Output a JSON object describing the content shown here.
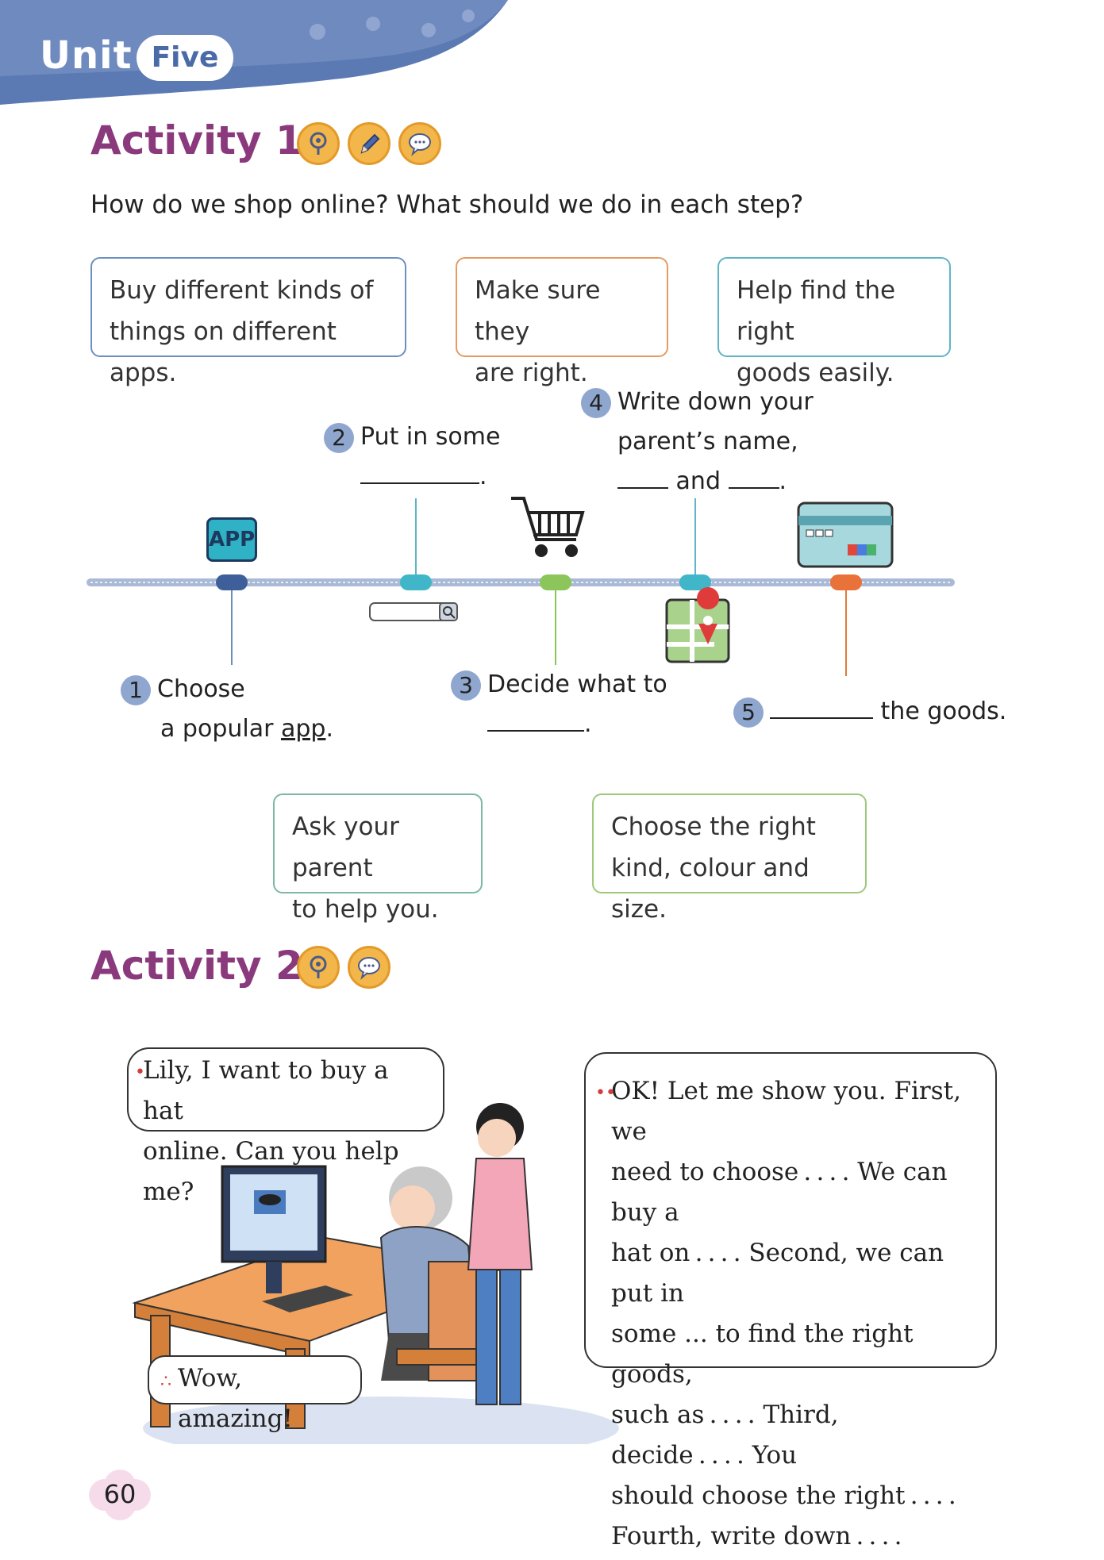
{
  "header": {
    "unit_label": "Unit",
    "unit_number": "Five"
  },
  "activity1": {
    "title": "Activity 1",
    "question": "How do we shop online? What should we do in each step?",
    "options_top": [
      {
        "line1": "Buy different kinds of",
        "line2": "things on different apps."
      },
      {
        "line1": "Make sure they",
        "line2": "are right."
      },
      {
        "line1": "Help find the right",
        "line2": "goods easily."
      }
    ],
    "options_bottom": [
      {
        "line1": "Ask your parent",
        "line2": "to help you."
      },
      {
        "line1": "Choose the right",
        "line2": "kind, colour and size."
      }
    ],
    "steps": {
      "s1": {
        "num": "1",
        "line1": "Choose",
        "line2_prefix": "a popular ",
        "line2_underlined": "app",
        "line2_suffix": "."
      },
      "s2": {
        "num": "2",
        "line1": "Put in some",
        "line2_suffix": "."
      },
      "s3": {
        "num": "3",
        "line1": "Decide what to",
        "line2_suffix": "."
      },
      "s4": {
        "num": "4",
        "line1": "Write down your",
        "line2": "parent’s name,",
        "line3_mid": "and",
        "line3_suffix": "."
      },
      "s5": {
        "num": "5",
        "suffix": "the goods."
      }
    },
    "app_icon_label": "APP"
  },
  "activity2": {
    "title": "Activity 2",
    "bubble_girl": {
      "line1": "Lily, I want to buy a hat",
      "line2": "online. Can you help me?"
    },
    "bubble_reply": {
      "lines": [
        "OK! Let me show you. First, we",
        "need to choose . . . . We can buy a",
        "hat on . . . . Second, we can put in",
        "some ... to find the right goods,",
        "such as . . . . Third, decide . . . . You",
        "should choose the right . . . .",
        "Fourth, write down . . . . Fifth, . . . ."
      ]
    },
    "bubble_wow": "Wow, amazing!"
  },
  "footer": {
    "page_number": "60"
  },
  "colors": {
    "banner": "#5b79b3",
    "title": "#8a3a7c",
    "timeline": "#a9b9d6"
  },
  "icons": [
    "listen-icon",
    "pencil-icon",
    "speech-icon",
    "app-icon",
    "search-bar-icon",
    "cart-icon",
    "map-pin-icon",
    "credit-card-icon"
  ]
}
